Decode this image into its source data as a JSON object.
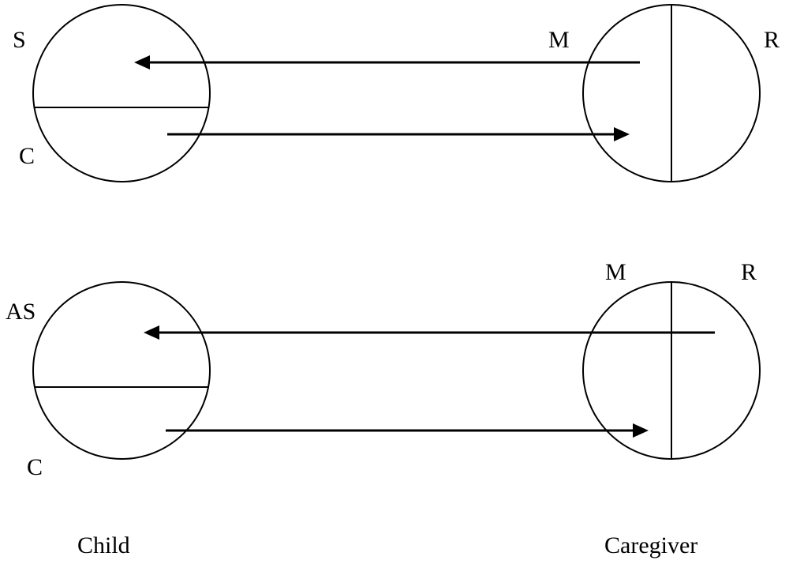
{
  "top": {
    "child_upper_label": "S",
    "child_lower_label": "C",
    "caregiver_left_label": "M",
    "caregiver_right_label": "R"
  },
  "bottom": {
    "child_upper_label": "AS",
    "child_lower_label": "C",
    "caregiver_left_label": "M",
    "caregiver_right_label": "R"
  },
  "footer": {
    "child_label": "Child",
    "caregiver_label": "Caregiver"
  }
}
